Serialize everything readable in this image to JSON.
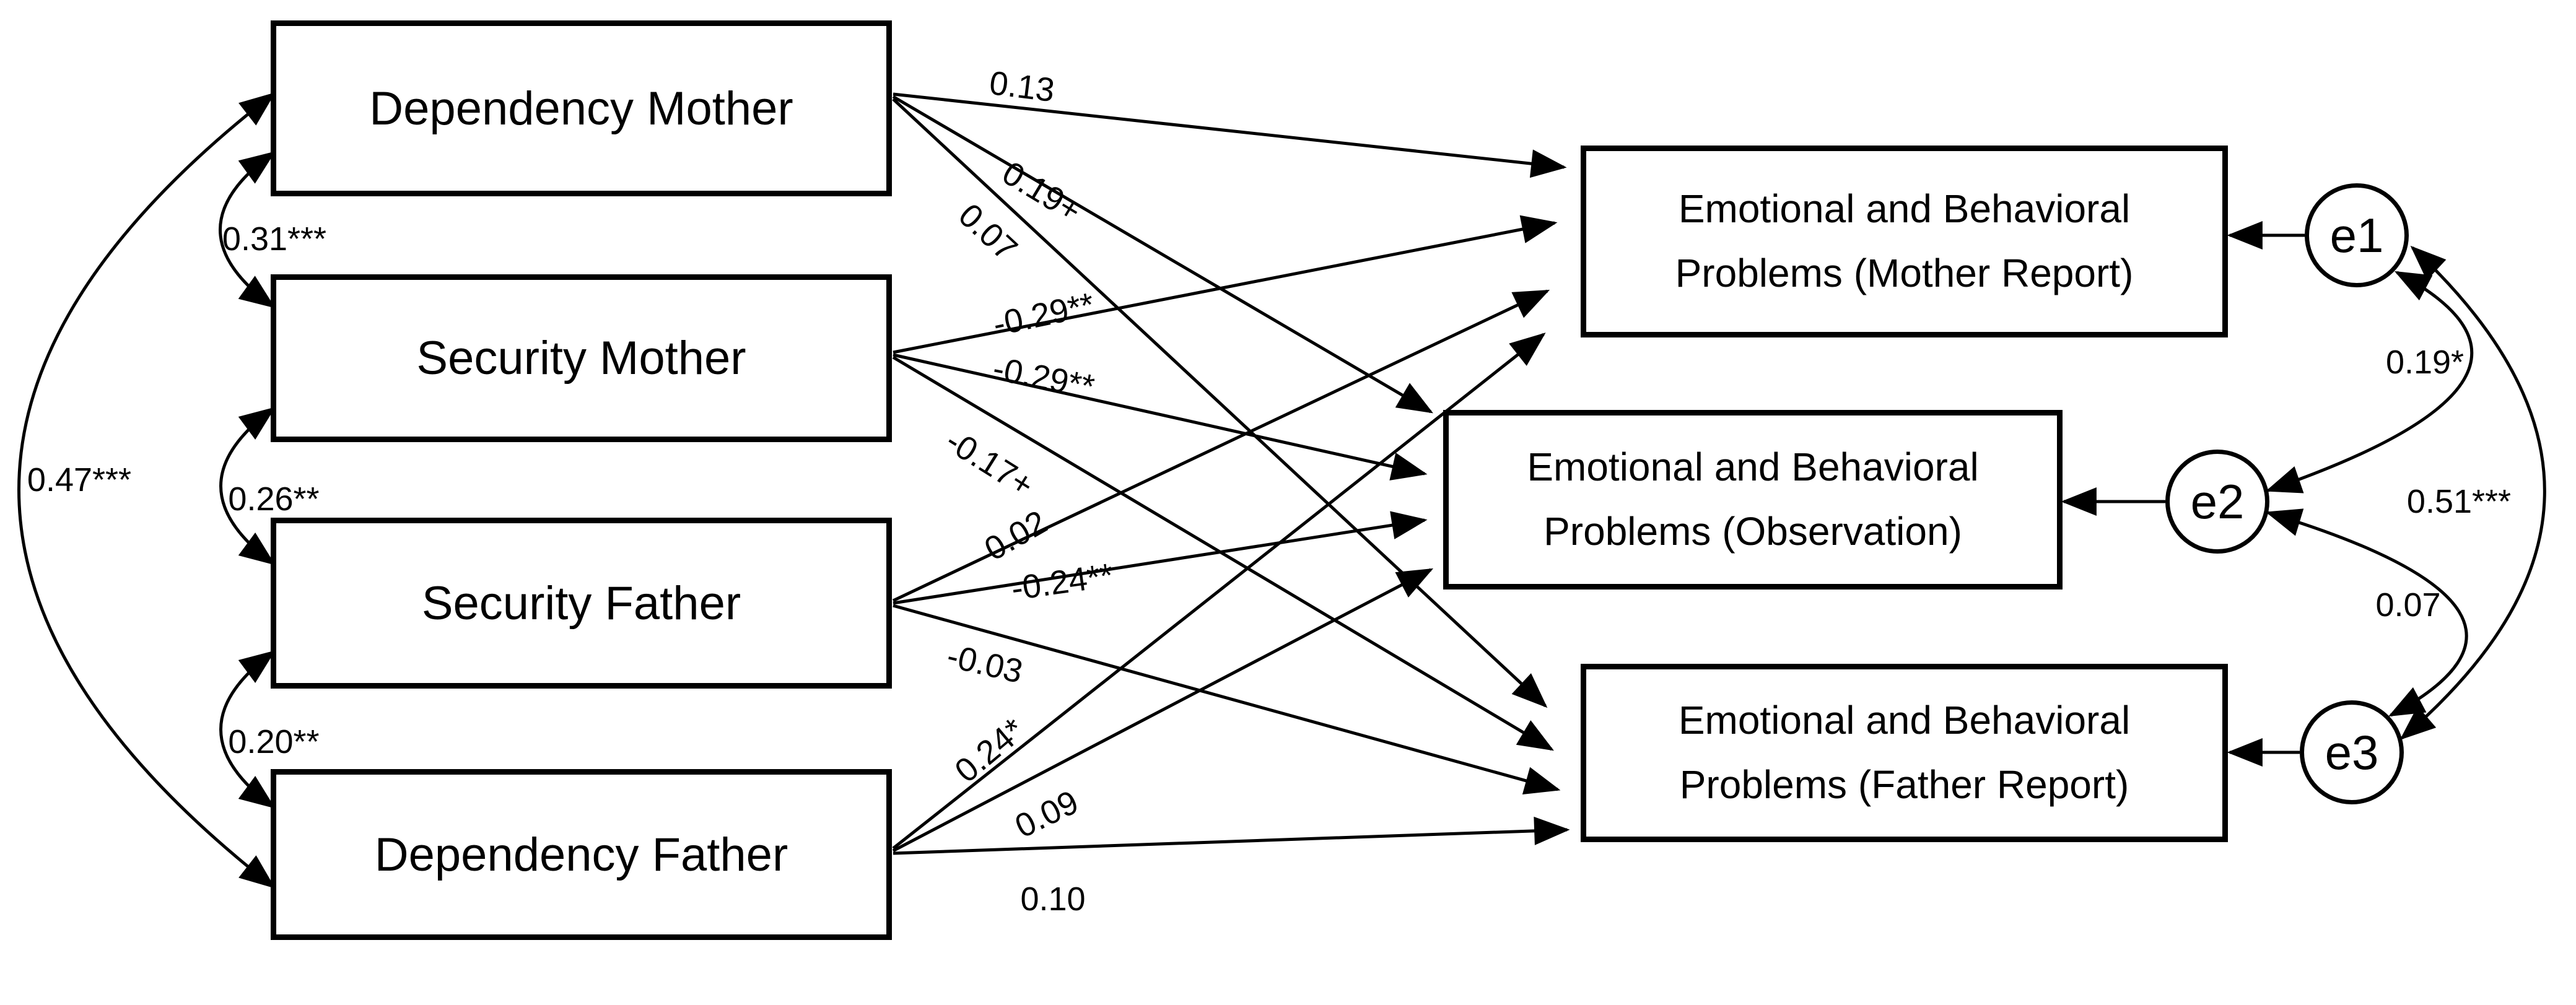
{
  "predictors": [
    {
      "id": "dependency-mother",
      "label": "Dependency Mother"
    },
    {
      "id": "security-mother",
      "label": "Security Mother"
    },
    {
      "id": "security-father",
      "label": "Security Father"
    },
    {
      "id": "dependency-father",
      "label": "Dependency Father"
    }
  ],
  "outcomes": [
    {
      "id": "ebp-mother-report",
      "label": "Emotional and Behavioral Problems (Mother Report)"
    },
    {
      "id": "ebp-observation",
      "label": "Emotional and Behavioral Problems (Observation)"
    },
    {
      "id": "ebp-father-report",
      "label": "Emotional and Behavioral Problems (Father Report)"
    }
  ],
  "errors": [
    {
      "id": "e1",
      "label": "e1"
    },
    {
      "id": "e2",
      "label": "e2"
    },
    {
      "id": "e3",
      "label": "e3"
    }
  ],
  "correlations": [
    {
      "between": "Dependency Mother - Security Mother",
      "value": "0.31***"
    },
    {
      "between": "Security Mother - Security Father",
      "value": "0.26**"
    },
    {
      "between": "Security Father - Dependency Father",
      "value": "0.20**"
    },
    {
      "between": "Dependency Mother - Dependency Father",
      "value": "0.47***"
    }
  ],
  "paths": [
    {
      "from": "Dependency Mother",
      "to": "EBP Mother Report",
      "value": "0.13"
    },
    {
      "from": "Dependency Mother",
      "to": "EBP Observation",
      "value": "0.19+"
    },
    {
      "from": "Dependency Mother",
      "to": "EBP Father Report",
      "value": "0.07"
    },
    {
      "from": "Security Mother",
      "to": "EBP Mother Report",
      "value": "-0.29**"
    },
    {
      "from": "Security Mother",
      "to": "EBP Observation",
      "value": "-0.29**"
    },
    {
      "from": "Security Mother",
      "to": "EBP Father Report",
      "value": "-0.17+"
    },
    {
      "from": "Security Father",
      "to": "EBP Mother Report",
      "value": "0.02"
    },
    {
      "from": "Security Father",
      "to": "EBP Observation",
      "value": "-0.24**"
    },
    {
      "from": "Security Father",
      "to": "EBP Father Report",
      "value": "-0.03"
    },
    {
      "from": "Dependency Father",
      "to": "EBP Mother Report",
      "value": "0.24*"
    },
    {
      "from": "Dependency Father",
      "to": "EBP Observation",
      "value": "0.09"
    },
    {
      "from": "Dependency Father",
      "to": "EBP Father Report",
      "value": "0.10"
    }
  ],
  "error_correlations": [
    {
      "between": "e1 - e2",
      "value": "0.19*"
    },
    {
      "between": "e1 - e3",
      "value": "0.51***"
    },
    {
      "between": "e2 - e3",
      "value": "0.07"
    }
  ],
  "colors": {
    "line": "#000000",
    "fill": "#ffffff",
    "text": "#000000"
  }
}
